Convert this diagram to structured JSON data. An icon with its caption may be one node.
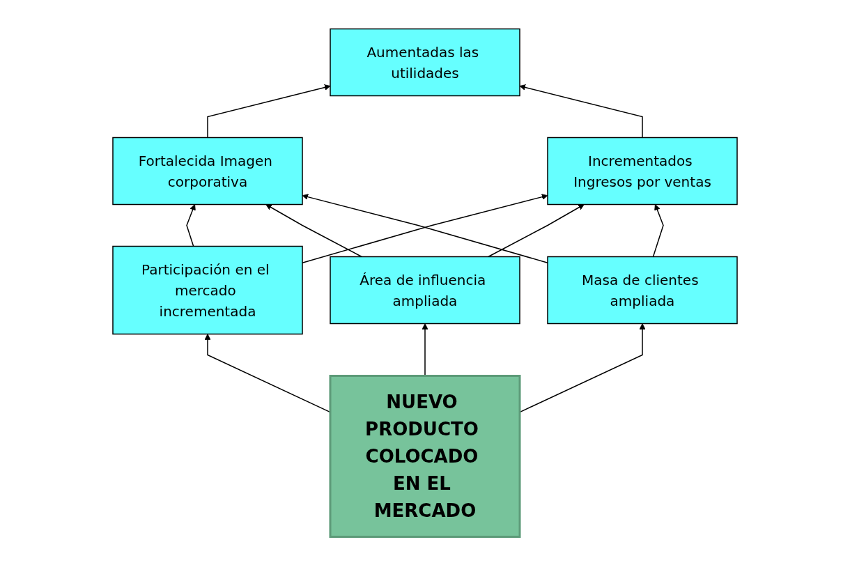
{
  "diagram": {
    "nodes": [
      {
        "text": [
          "Aumentadas las utilidades"
        ]
      },
      {
        "text": [
          "Fortalecida Imagen corporativa"
        ]
      },
      {
        "text": [
          "Incrementados Ingresos por ventas"
        ]
      },
      {
        "text": [
          "Participación en el mercado incrementada"
        ]
      },
      {
        "text": [
          "Área de influencia ampliada"
        ]
      },
      {
        "text": [
          "Masa de clientes ampliada"
        ]
      },
      {
        "text": [
          "NUEVO PRODUCTO COLOCADO EN EL MERCADO"
        ]
      }
    ],
    "edges": [
      {
        "from": 1,
        "to": 0,
        "arrow": "to"
      },
      {
        "from": 2,
        "to": 0,
        "arrow": "to"
      },
      {
        "from": 3,
        "to": 1,
        "arrow": "to"
      },
      {
        "from": 3,
        "to": 2,
        "arrow": "to"
      },
      {
        "from": 4,
        "to": 1,
        "arrow": "to"
      },
      {
        "from": 4,
        "to": 2,
        "arrow": "to"
      },
      {
        "from": 5,
        "to": 1,
        "arrow": "to"
      },
      {
        "from": 5,
        "to": 2,
        "arrow": "to"
      },
      {
        "from": 6,
        "to": 3,
        "arrow": "to"
      },
      {
        "from": 6,
        "to": 4,
        "arrow": "to"
      },
      {
        "from": 6,
        "to": 5,
        "arrow": "to"
      }
    ]
  }
}
